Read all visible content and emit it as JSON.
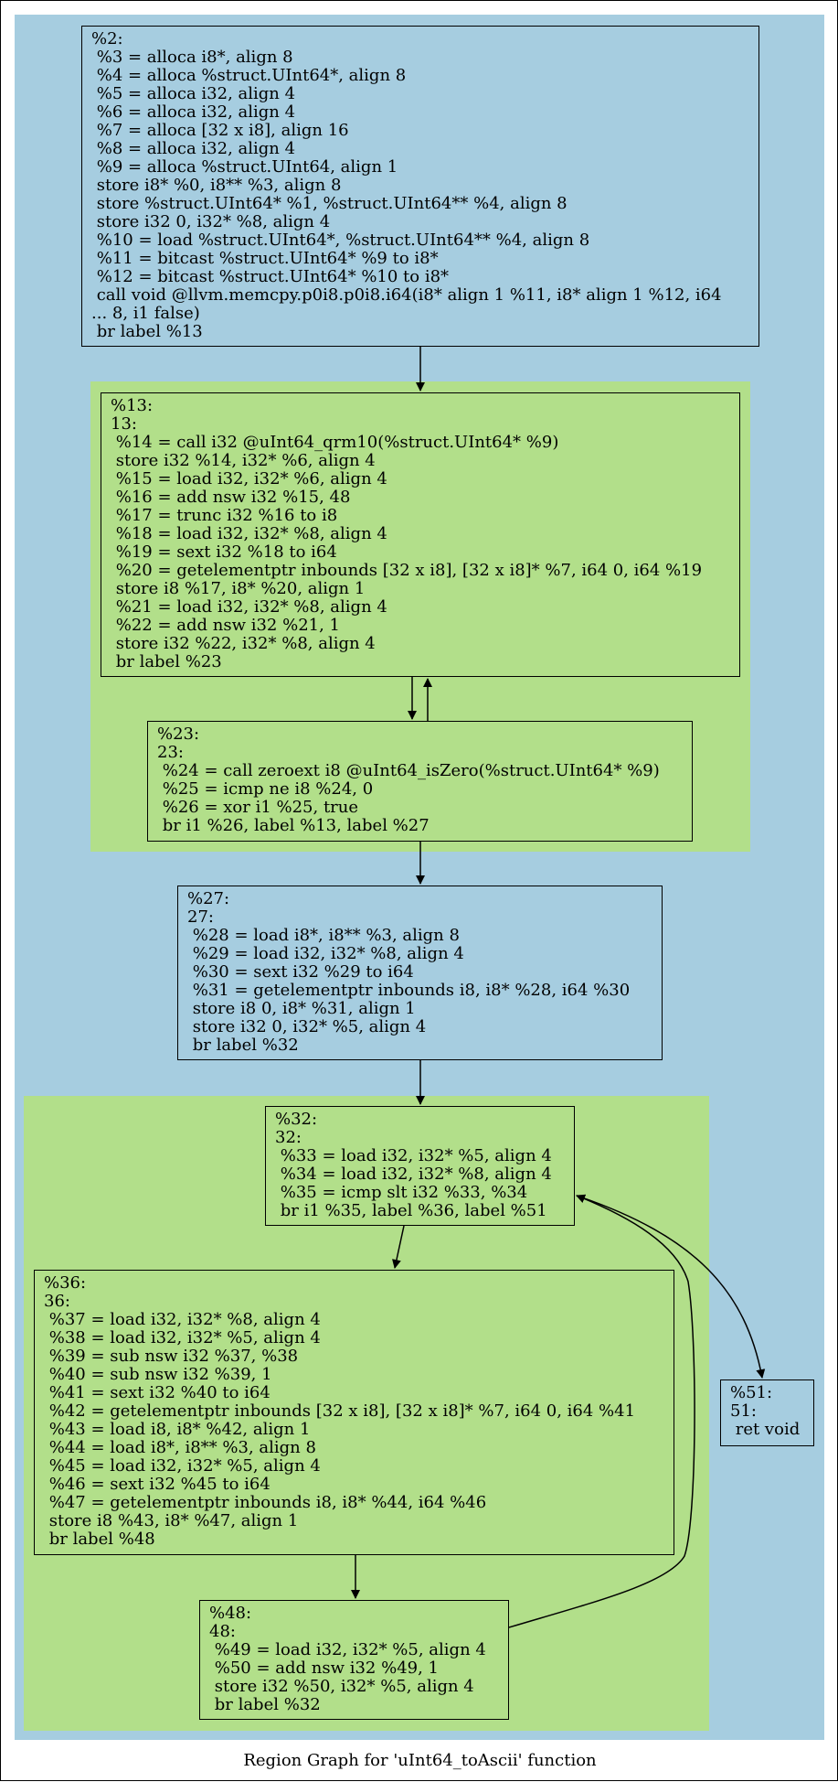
{
  "caption": "Region Graph for 'uInt64_toAscii' function",
  "colors": {
    "outer_region": "#a6cde0",
    "inner_region": "#b2df8a",
    "edge": "#000000"
  },
  "nodes": {
    "n2": {
      "lines": [
        "%2:",
        " %3 = alloca i8*, align 8",
        " %4 = alloca %struct.UInt64*, align 8",
        " %5 = alloca i32, align 4",
        " %6 = alloca i32, align 4",
        " %7 = alloca [32 x i8], align 16",
        " %8 = alloca i32, align 4",
        " %9 = alloca %struct.UInt64, align 1",
        " store i8* %0, i8** %3, align 8",
        " store %struct.UInt64* %1, %struct.UInt64** %4, align 8",
        " store i32 0, i32* %8, align 4",
        " %10 = load %struct.UInt64*, %struct.UInt64** %4, align 8",
        " %11 = bitcast %struct.UInt64* %9 to i8*",
        " %12 = bitcast %struct.UInt64* %10 to i8*",
        " call void @llvm.memcpy.p0i8.p0i8.i64(i8* align 1 %11, i8* align 1 %12, i64",
        "... 8, i1 false)",
        " br label %13"
      ]
    },
    "n13": {
      "lines": [
        "%13:",
        "13:",
        " %14 = call i32 @uInt64_qrm10(%struct.UInt64* %9)",
        " store i32 %14, i32* %6, align 4",
        " %15 = load i32, i32* %6, align 4",
        " %16 = add nsw i32 %15, 48",
        " %17 = trunc i32 %16 to i8",
        " %18 = load i32, i32* %8, align 4",
        " %19 = sext i32 %18 to i64",
        " %20 = getelementptr inbounds [32 x i8], [32 x i8]* %7, i64 0, i64 %19",
        " store i8 %17, i8* %20, align 1",
        " %21 = load i32, i32* %8, align 4",
        " %22 = add nsw i32 %21, 1",
        " store i32 %22, i32* %8, align 4",
        " br label %23"
      ]
    },
    "n23": {
      "lines": [
        "%23:",
        "23:",
        " %24 = call zeroext i8 @uInt64_isZero(%struct.UInt64* %9)",
        " %25 = icmp ne i8 %24, 0",
        " %26 = xor i1 %25, true",
        " br i1 %26, label %13, label %27"
      ]
    },
    "n27": {
      "lines": [
        "%27:",
        "27:",
        " %28 = load i8*, i8** %3, align 8",
        " %29 = load i32, i32* %8, align 4",
        " %30 = sext i32 %29 to i64",
        " %31 = getelementptr inbounds i8, i8* %28, i64 %30",
        " store i8 0, i8* %31, align 1",
        " store i32 0, i32* %5, align 4",
        " br label %32"
      ]
    },
    "n32": {
      "lines": [
        "%32:",
        "32:",
        " %33 = load i32, i32* %5, align 4",
        " %34 = load i32, i32* %8, align 4",
        " %35 = icmp slt i32 %33, %34",
        " br i1 %35, label %36, label %51"
      ]
    },
    "n36": {
      "lines": [
        "%36:",
        "36:",
        " %37 = load i32, i32* %8, align 4",
        " %38 = load i32, i32* %5, align 4",
        " %39 = sub nsw i32 %37, %38",
        " %40 = sub nsw i32 %39, 1",
        " %41 = sext i32 %40 to i64",
        " %42 = getelementptr inbounds [32 x i8], [32 x i8]* %7, i64 0, i64 %41",
        " %43 = load i8, i8* %42, align 1",
        " %44 = load i8*, i8** %3, align 8",
        " %45 = load i32, i32* %5, align 4",
        " %46 = sext i32 %45 to i64",
        " %47 = getelementptr inbounds i8, i8* %44, i64 %46",
        " store i8 %43, i8* %47, align 1",
        " br label %48"
      ]
    },
    "n48": {
      "lines": [
        "%48:",
        "48:",
        " %49 = load i32, i32* %5, align 4",
        " %50 = add nsw i32 %49, 1",
        " store i32 %50, i32* %5, align 4",
        " br label %32"
      ]
    },
    "n51": {
      "lines": [
        "%51:",
        "51:",
        " ret void"
      ]
    }
  },
  "edges": [
    {
      "from": "%2",
      "to": "%13"
    },
    {
      "from": "%13",
      "to": "%23"
    },
    {
      "from": "%23",
      "to": "%13"
    },
    {
      "from": "%23",
      "to": "%27"
    },
    {
      "from": "%27",
      "to": "%32"
    },
    {
      "from": "%32",
      "to": "%36"
    },
    {
      "from": "%32",
      "to": "%51"
    },
    {
      "from": "%36",
      "to": "%48"
    },
    {
      "from": "%48",
      "to": "%32"
    }
  ]
}
